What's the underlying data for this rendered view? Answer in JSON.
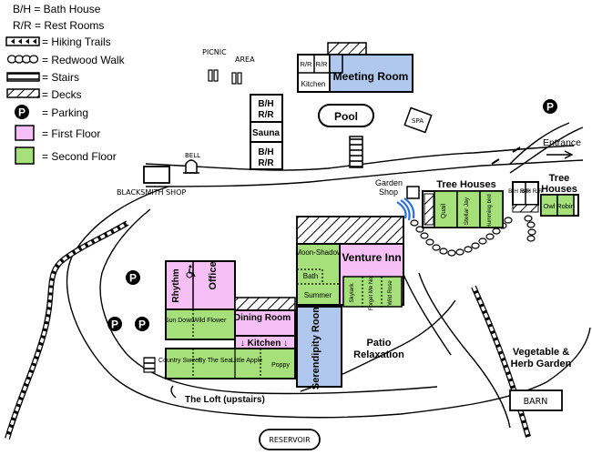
{
  "legend": {
    "bath_house": "B/H = Bath House",
    "rest_rooms": "R/R = Rest Rooms",
    "hiking_trails": "= Hiking Trails",
    "redwood_walk": "= Redwood Walk",
    "stairs": "= Stairs",
    "decks": "= Decks",
    "parking": "= Parking",
    "first_floor": "= First Floor",
    "second_floor": "= Second Floor",
    "parking_symbol": "P",
    "colors": {
      "first_floor": "#f6bff6",
      "second_floor": "#a5e07a",
      "blue_building": "#b0c8ee"
    }
  },
  "labels": {
    "picnic": "PICNIC",
    "area": "AREA",
    "bell": "BELL",
    "blacksmith_shop": "BLACKSMITH SHOP",
    "rr1": "R/R",
    "rr2": "R/R",
    "meeting_room": "Meeting Room",
    "kitchen_small": "Kitchen",
    "pool": "Pool",
    "spa": "SPA",
    "bh_top": "B/H",
    "rr_top": "R/R",
    "sauna": "Sauna",
    "bh_bottom": "B/H",
    "rr_bottom": "R/R",
    "entrance": "Entrance",
    "garden": "Garden",
    "shop": "Shop",
    "tree_houses_1": "Tree Houses",
    "quail": "Quail",
    "stellar_jay": "Stellar Jay",
    "hummingbird": "Humming bird",
    "bh_rr_a": "B/H R/R",
    "bh_rr_b": "B/H R/R",
    "tree": "Tree",
    "houses": "Houses",
    "owl": "Owl",
    "robin": "Robin",
    "moonshadow": "Moon-Shadow",
    "bath": "Bath",
    "summer": "Summer",
    "venture_inn": "Venture Inn",
    "skylark": "Skylark",
    "forget_me_not": "Forget Me Not",
    "wild_rose": "Wild Rose",
    "rhythm": "Rhythm",
    "office": "Office",
    "sun_down": "Sun Down",
    "wild_flower": "Wild Flower",
    "dining_room": "Dining Room",
    "kitchen": "↓ Kitchen ↓",
    "country_sweet": "Country Sweet",
    "by_the_sea": "By The Sea",
    "little_apple": "Little Apple",
    "poppy": "Poppy",
    "serendipity_room": "Serendipity Room",
    "patio": "Patio",
    "relaxation": "Relaxation",
    "vegetable": "Vegetable &",
    "herb_garden": "Herb Garden",
    "barn": "BARN",
    "the_loft": "The Loft (upstairs)",
    "reservoir": "RESERVOIR",
    "parking": "P"
  }
}
